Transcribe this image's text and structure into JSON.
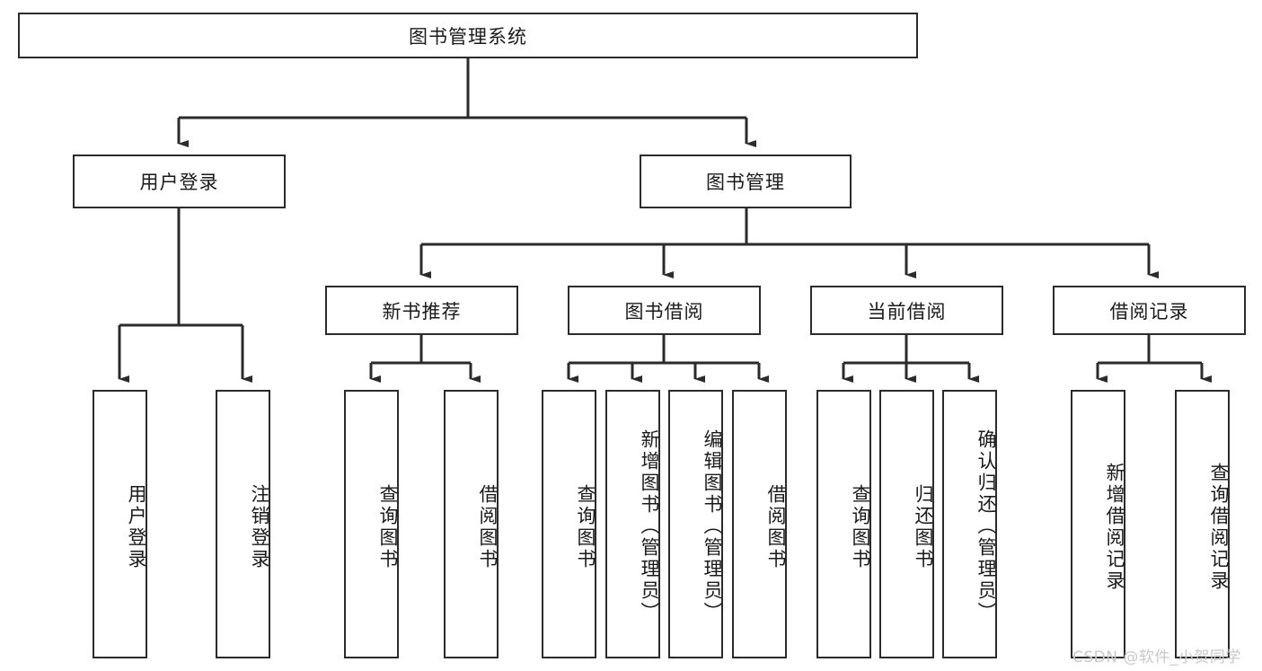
{
  "diagram": {
    "type": "tree-hierarchy",
    "title": "图书管理系统",
    "root": {
      "label": "图书管理系统"
    },
    "level2": [
      {
        "label": "用户登录"
      },
      {
        "label": "图书管理"
      }
    ],
    "level3": [
      {
        "label": "新书推荐"
      },
      {
        "label": "图书借阅"
      },
      {
        "label": "当前借阅"
      },
      {
        "label": "借阅记录"
      }
    ],
    "leaves": {
      "user_login": [
        {
          "label": "用户登录"
        },
        {
          "label": "注销登录"
        }
      ],
      "new_book_recommend": [
        {
          "label": "查询图书"
        },
        {
          "label": "借阅图书"
        }
      ],
      "book_borrow": [
        {
          "label": "查询图书"
        },
        {
          "label": "新增图书（管理员）"
        },
        {
          "label": "编辑图书（管理员）"
        },
        {
          "label": "借阅图书"
        }
      ],
      "current_borrow": [
        {
          "label": "查询图书"
        },
        {
          "label": "归还图书"
        },
        {
          "label": "确认归还（管理员）"
        }
      ],
      "borrow_records": [
        {
          "label": "新增借阅记录"
        },
        {
          "label": "查询借阅记录"
        }
      ]
    }
  },
  "watermark": {
    "text": "CSDN @软件_小贺同学"
  },
  "colors": {
    "stroke": "#2b2b2b",
    "background": "#ffffff",
    "text": "#1a1a1a",
    "watermark": "#c9c9c9"
  }
}
